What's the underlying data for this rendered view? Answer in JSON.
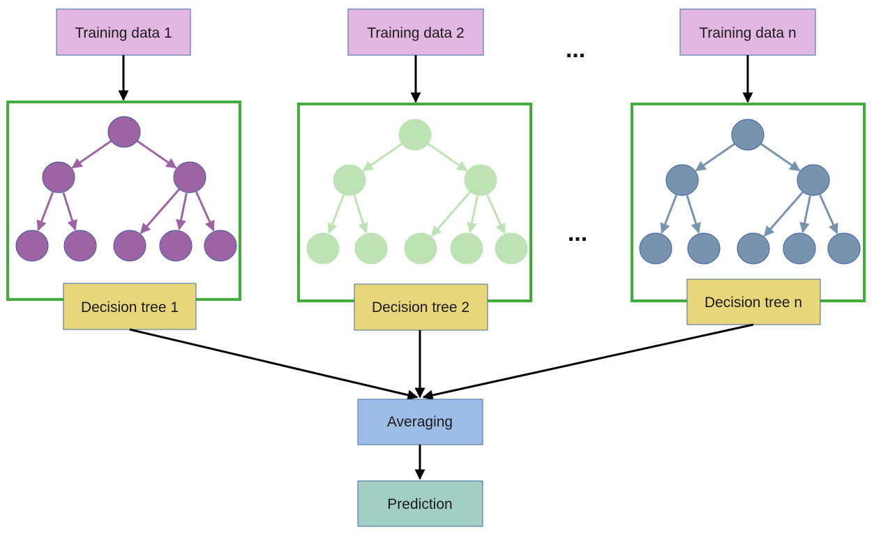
{
  "colors": {
    "training_fill": "#e2b7e2",
    "training_stroke": "#3b6aa0",
    "panel_stroke": "#3fae3a",
    "decision_fill": "#e8d77a",
    "averaging_fill": "#9ebde6",
    "prediction_fill": "#a3cfc3",
    "arrow": "#000000",
    "node_stroke": "#3b5aa8"
  },
  "columns": [
    {
      "training_label": "Training data 1",
      "tree_label": "Decision tree 1",
      "tree_color": "#9e63a2",
      "edge_color": "#9e63a2"
    },
    {
      "training_label": "Training data 2",
      "tree_label": "Decision tree 2",
      "tree_color": "#bde3b4",
      "edge_color": "#bde3b4"
    },
    {
      "training_label": "Training data n",
      "tree_label": "Decision tree n",
      "tree_color": "#7893ad",
      "edge_color": "#7893ad"
    }
  ],
  "ellipsis_top": "...",
  "ellipsis_mid": "...",
  "averaging_label": "Averaging",
  "prediction_label": "Prediction"
}
